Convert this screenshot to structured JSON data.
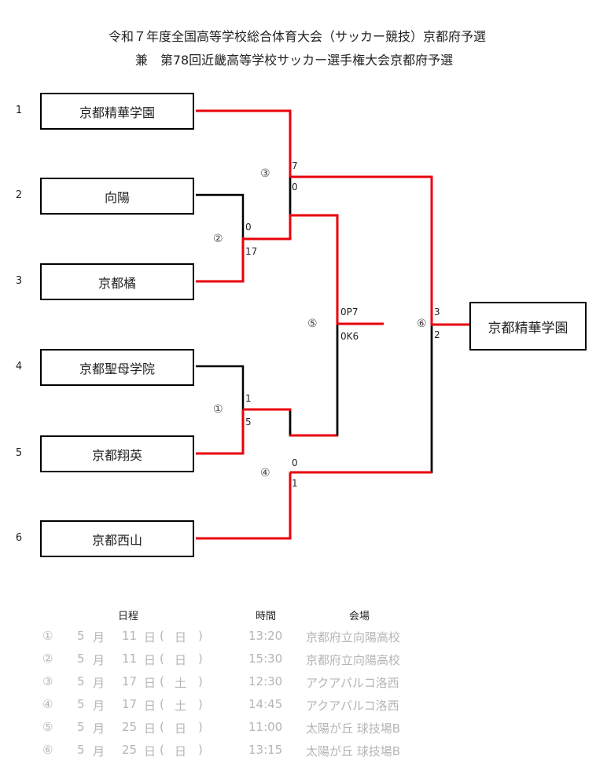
{
  "title": {
    "line1": "令和７年度全国高等学校総合体育大会（サッカー競技）京都府予選",
    "line2": "兼　第78回近畿高等学校サッカー選手権大会京都府予選"
  },
  "teams": [
    {
      "seed": "1",
      "name": "京都精華学園"
    },
    {
      "seed": "2",
      "name": "向陽"
    },
    {
      "seed": "3",
      "name": "京都橘"
    },
    {
      "seed": "4",
      "name": "京都聖母学院"
    },
    {
      "seed": "5",
      "name": "京都翔英"
    },
    {
      "seed": "6",
      "name": "京都西山"
    }
  ],
  "matches": {
    "m1": {
      "label": "①",
      "score_top": "1",
      "score_bottom": "5"
    },
    "m2": {
      "label": "②",
      "score_top": "0",
      "score_bottom": "17"
    },
    "m3": {
      "label": "③",
      "score_top": "7",
      "score_bottom": "0"
    },
    "m4": {
      "label": "④",
      "score_top": "0",
      "score_bottom": "1"
    },
    "m5": {
      "label": "⑤",
      "score_top": "0P7",
      "score_bottom": "0K6"
    },
    "m6": {
      "label": "⑥",
      "score_top": "3",
      "score_bottom": "2"
    }
  },
  "winner": "京都精華学園",
  "colors": {
    "win_line": "#e8000b",
    "lose_line": "#000000",
    "schedule_text": "#b5b5b5"
  },
  "schedule": {
    "headers": {
      "date": "日程",
      "time": "時間",
      "venue": "会場"
    },
    "rows": [
      {
        "num": "①",
        "month": "5",
        "month_label": "月",
        "day": "11",
        "day_label": "日",
        "lp": "(",
        "weekday": "日",
        "rp": ")",
        "time": "13:20",
        "venue": "京都府立向陽高校"
      },
      {
        "num": "②",
        "month": "5",
        "month_label": "月",
        "day": "11",
        "day_label": "日",
        "lp": "(",
        "weekday": "日",
        "rp": ")",
        "time": "15:30",
        "venue": "京都府立向陽高校"
      },
      {
        "num": "③",
        "month": "5",
        "month_label": "月",
        "day": "17",
        "day_label": "日",
        "lp": "(",
        "weekday": "土",
        "rp": ")",
        "time": "12:30",
        "venue": "アクアパルコ洛西"
      },
      {
        "num": "④",
        "month": "5",
        "month_label": "月",
        "day": "17",
        "day_label": "日",
        "lp": "(",
        "weekday": "土",
        "rp": ")",
        "time": "14:45",
        "venue": "アクアパルコ洛西"
      },
      {
        "num": "⑤",
        "month": "5",
        "month_label": "月",
        "day": "25",
        "day_label": "日",
        "lp": "(",
        "weekday": "日",
        "rp": ")",
        "time": "11:00",
        "venue": "太陽が丘 球技場B"
      },
      {
        "num": "⑥",
        "month": "5",
        "month_label": "月",
        "day": "25",
        "day_label": "日",
        "lp": "(",
        "weekday": "日",
        "rp": ")",
        "time": "13:15",
        "venue": "太陽が丘 球技場B"
      }
    ]
  }
}
